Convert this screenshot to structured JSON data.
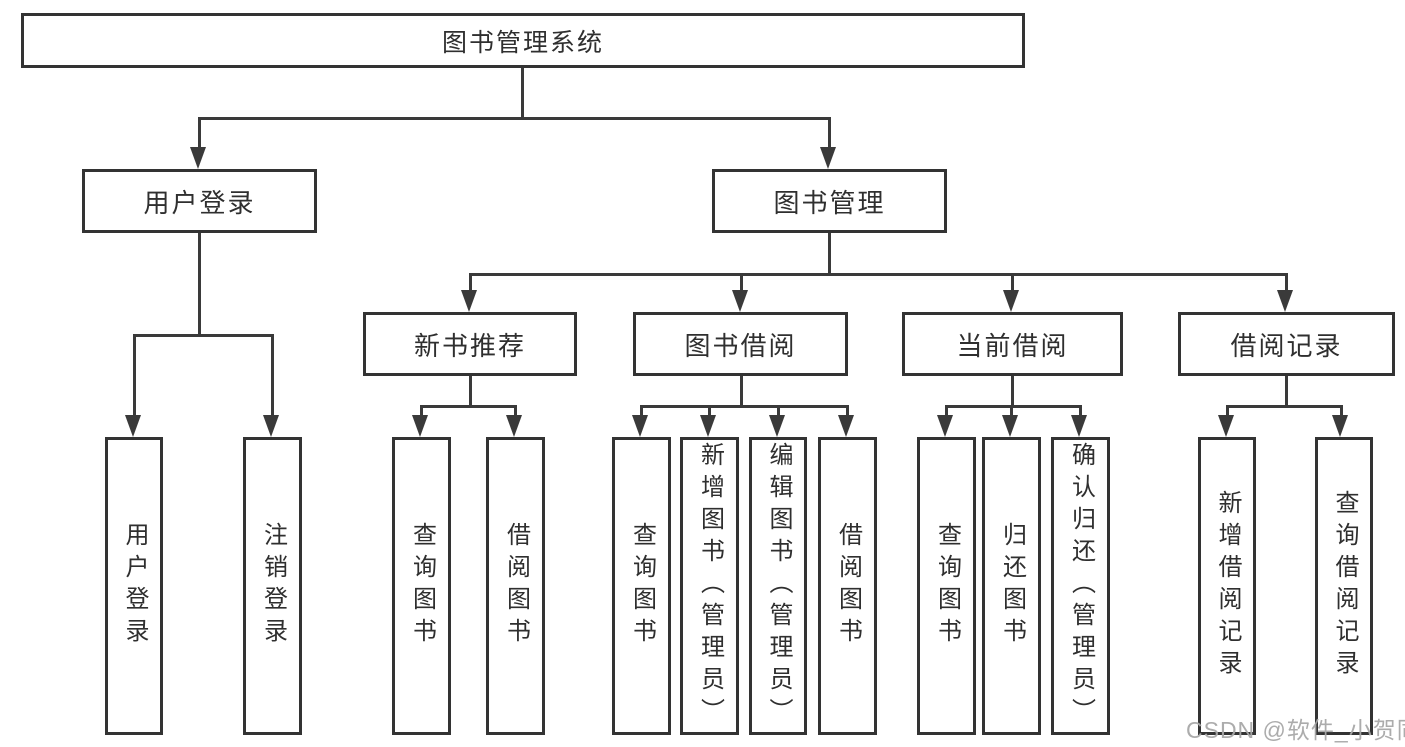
{
  "diagram": {
    "root": {
      "label": "图书管理系统"
    },
    "level2": [
      {
        "label": "用户登录"
      },
      {
        "label": "图书管理"
      }
    ],
    "level3": [
      {
        "label": "新书推荐",
        "parent": "图书管理"
      },
      {
        "label": "图书借阅",
        "parent": "图书管理"
      },
      {
        "label": "当前借阅",
        "parent": "图书管理"
      },
      {
        "label": "借阅记录",
        "parent": "图书管理"
      }
    ],
    "leaves": [
      {
        "label": "用户登录",
        "parent": "用户登录"
      },
      {
        "label": "注销登录",
        "parent": "用户登录"
      },
      {
        "label": "查询图书",
        "parent": "新书推荐"
      },
      {
        "label": "借阅图书",
        "parent": "新书推荐"
      },
      {
        "label": "查询图书",
        "parent": "图书借阅"
      },
      {
        "label": "新增图书（管理员）",
        "parent": "图书借阅"
      },
      {
        "label": "编辑图书（管理员）",
        "parent": "图书借阅"
      },
      {
        "label": "借阅图书",
        "parent": "图书借阅"
      },
      {
        "label": "查询图书",
        "parent": "当前借阅"
      },
      {
        "label": "归还图书",
        "parent": "当前借阅"
      },
      {
        "label": "确认归还（管理员）",
        "parent": "当前借阅"
      },
      {
        "label": "新增借阅记录",
        "parent": "借阅记录"
      },
      {
        "label": "查询借阅记录",
        "parent": "借阅记录"
      }
    ]
  },
  "watermark": {
    "text": "CSDN @软件_小贺同学"
  },
  "colors": {
    "line": "#3a3a3a",
    "box_border": "#333333",
    "text": "#2f2f2f",
    "background": "#ffffff",
    "watermark": "#a8a8a8"
  }
}
